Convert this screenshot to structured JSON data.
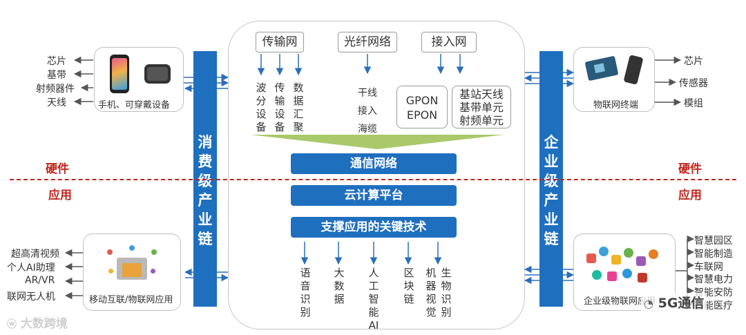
{
  "colors": {
    "blue": "#1f6fbf",
    "red_dash": "#c0261c",
    "green_arrow": "#a9c96a",
    "line": "#9a9a9a"
  },
  "left_top": {
    "items": [
      "芯片",
      "基带",
      "射频器件",
      "天线"
    ],
    "caption": "手机、可穿戴设备",
    "icons": [
      "smartphone-icon",
      "smartwatch-icon"
    ]
  },
  "left_bottom": {
    "items": [
      "超高清视频",
      "个人AI助理",
      "AR/VR",
      "联网无人机"
    ],
    "caption": "移动互联/物联网应用",
    "icons": [
      "app-hub-icon"
    ]
  },
  "right_top": {
    "items": [
      "芯片",
      "传感器",
      "模组"
    ],
    "caption": "物联网终端",
    "icons": [
      "circuit-board-icon",
      "handheld-terminal-icon"
    ]
  },
  "right_bottom": {
    "items": [
      "智慧园区",
      "智能制造",
      "车联网",
      "智慧电力",
      "智能安防",
      "智能医疗"
    ],
    "caption": "企业级物联网应用",
    "icons": [
      "app-icons-cluster"
    ]
  },
  "left_bar": "消费级产业链",
  "right_bar": "企业级产业链",
  "hardware_label": "硬件",
  "app_label": "应用",
  "network": {
    "transport": {
      "title": "传输网",
      "cols": [
        "波分设备",
        "传输设备",
        "数据汇聚"
      ]
    },
    "fiber": {
      "title": "光纤网络",
      "items": [
        "干线",
        "接入",
        "海缆"
      ]
    },
    "access": {
      "title": "接入网",
      "gpon": [
        "GPON",
        "EPON"
      ],
      "units": [
        "基站天线",
        "基带单元",
        "射频单元"
      ]
    }
  },
  "layers": [
    "通信网络",
    "云计算平台",
    "支撑应用的关键技术"
  ],
  "tech": [
    "语音识别",
    "大数据",
    "人工智能AI",
    "区块链",
    "机器视觉",
    "生物识别"
  ],
  "watermark_left": "大数跨境",
  "watermark_right": "5G通信"
}
